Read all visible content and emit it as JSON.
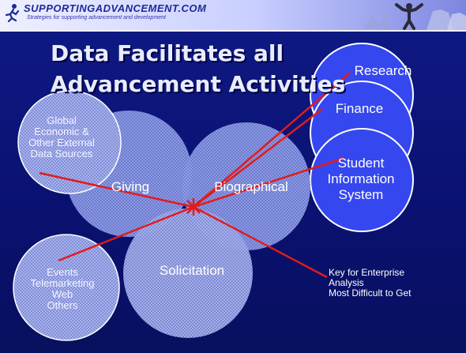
{
  "header": {
    "brand": "SUPPORTINGADVANCEMENT.COM",
    "tagline": "Strategies for supporting advancement and development",
    "logo_icon": "runner-logo-icon"
  },
  "slide": {
    "title_line1": "Data Facilitates all",
    "title_line2": "Advancement Activities"
  },
  "nodes": {
    "research": "Research",
    "finance": "Finance",
    "student_line1": "Student",
    "student_line2": "Information",
    "student_line3": "System",
    "global_line1": "Global",
    "global_line2": "Economic &",
    "global_line3": "Other External",
    "global_line4": "Data Sources",
    "giving": "Giving",
    "biographical": "Biographical",
    "solicitation": "Solicitation",
    "events_line1": "Events",
    "events_line2": "Telemarketing",
    "events_line3": "Web",
    "events_line4": "Others"
  },
  "annotation": {
    "line1": "Key for Enterprise",
    "line2": "Analysis",
    "line3": "Most Difficult to Get"
  },
  "colors": {
    "background": "#0a1170",
    "solid_circle": "#3a4cf0",
    "hatched_circle": "#6f7fd6",
    "connector": "#e21b1b"
  }
}
